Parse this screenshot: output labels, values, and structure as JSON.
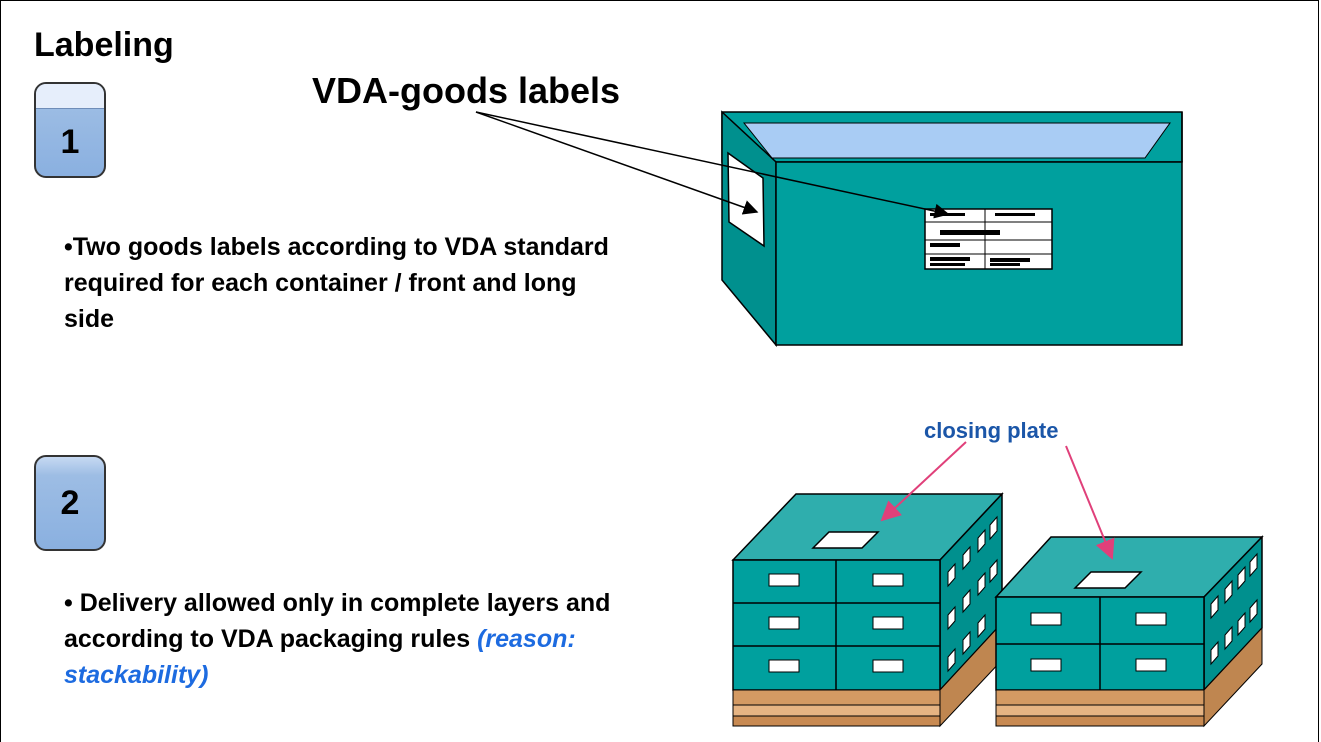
{
  "title": "Labeling",
  "steps": [
    {
      "number": "1",
      "bullet": "•Two goods labels according to VDA standard required for each container / front and long side"
    },
    {
      "number": "2",
      "bullet": "• Delivery allowed only in complete layers and according to VDA packaging rules",
      "reason": "(reason: stackability)"
    }
  ],
  "vda_heading": "VDA-goods labels",
  "closing_plate": "closing plate",
  "colors": {
    "container": "#00a09e",
    "container_dark": "#007f7d",
    "container_inside": "#a9ccf4",
    "pallet_wood": "#d49a63",
    "arrow_pink": "#e0407a",
    "badge": "#9dbde4",
    "reason_text": "#1d6be0",
    "closing_text": "#1b56a8"
  }
}
